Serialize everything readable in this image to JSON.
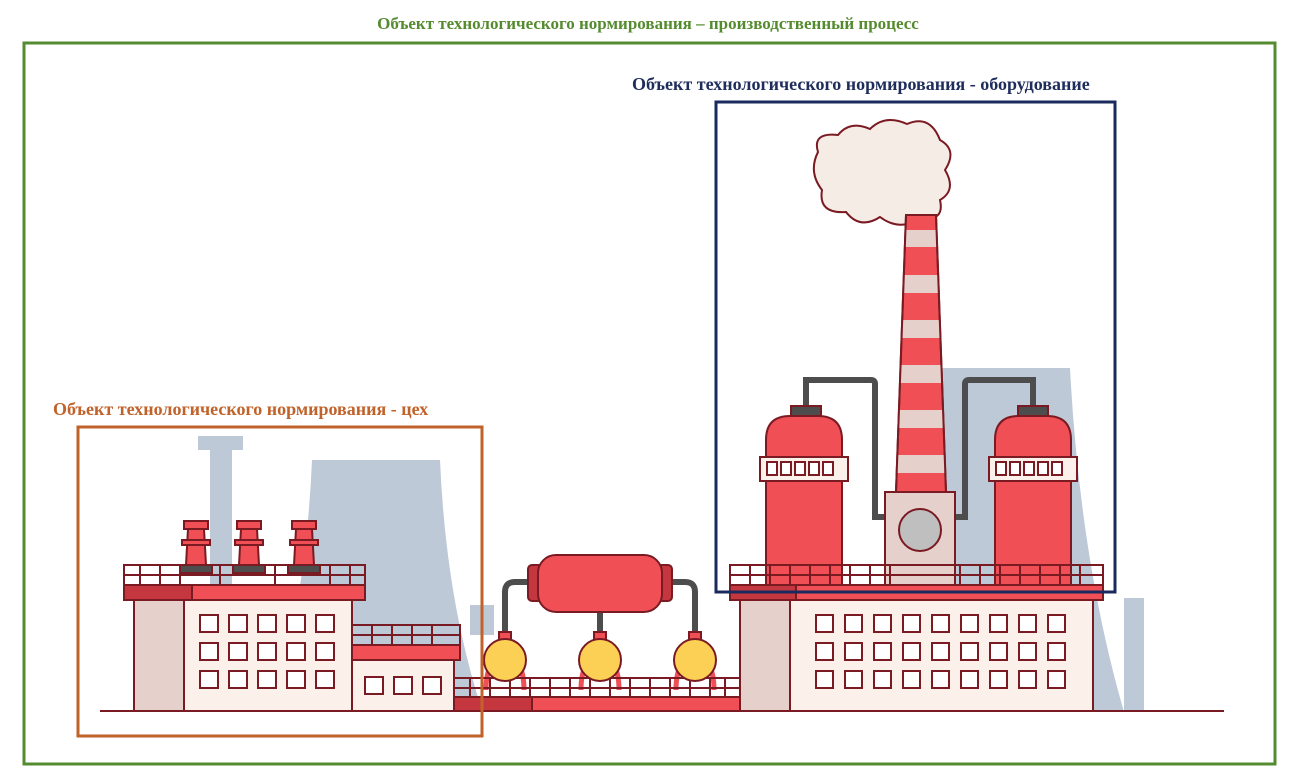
{
  "labels": {
    "process": "Объект технологического нормирования – производственный процесс",
    "equipment": "Объект технологического нормирования - оборудование",
    "shop": "Объект технологического нормирования - цех"
  },
  "colors": {
    "process_frame": "#558b2f",
    "equipment_frame": "#1a2a5e",
    "shop_frame": "#c0622a",
    "red": "#f04f56",
    "dark_red": "#c4373f",
    "outline": "#7a1a22",
    "cream": "#fbf1ea",
    "pink": "#e6d0cc",
    "tank_yellow": "#fcd054",
    "silhouette": "#bdc9d6",
    "pipe": "#4d4d4d"
  },
  "icons": [
    "factory-illustration",
    "smoke-cloud-icon",
    "chimney-icon",
    "spherical-tank-icon"
  ]
}
